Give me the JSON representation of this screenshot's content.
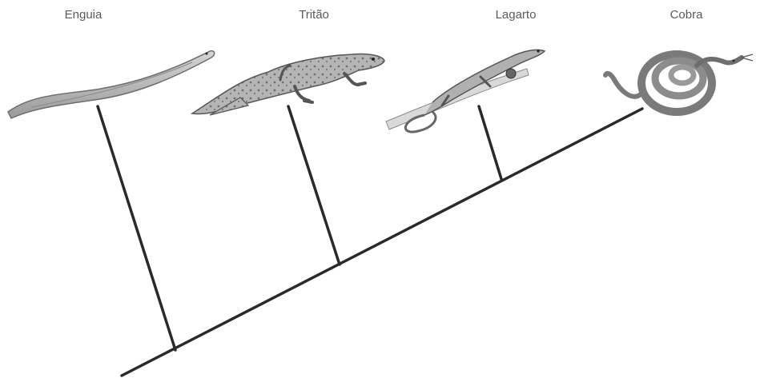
{
  "diagram": {
    "type": "cladogram",
    "taxa": [
      {
        "label": "Enguia",
        "icon": "eel-icon"
      },
      {
        "label": "Tritão",
        "icon": "newt-icon"
      },
      {
        "label": "Lagarto",
        "icon": "lizard-icon"
      },
      {
        "label": "Cobra",
        "icon": "snake-icon"
      }
    ]
  }
}
